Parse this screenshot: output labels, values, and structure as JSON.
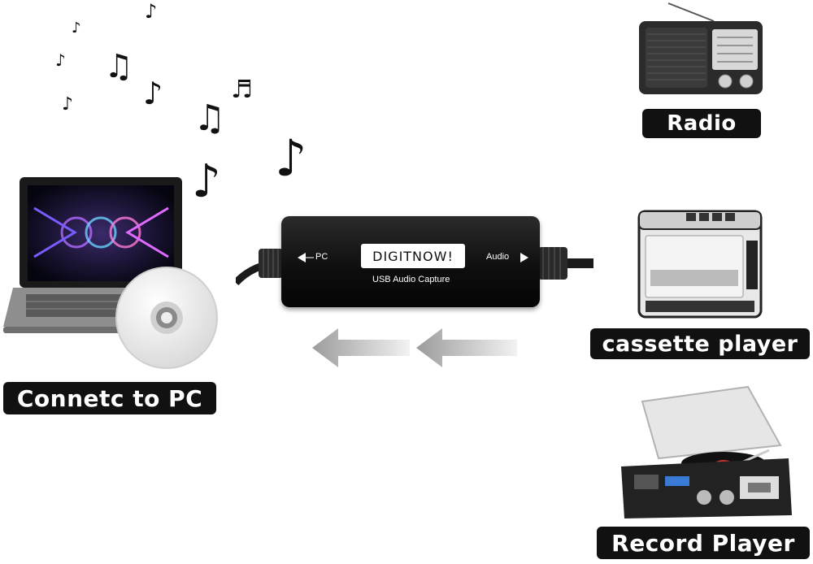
{
  "labels": {
    "pc": "Connetc to PC",
    "radio": "Radio",
    "cassette": "cassette player",
    "record": "Record Player"
  },
  "device": {
    "brand": "DIGITNOW!",
    "subtitle": "USB Audio Capture",
    "left_port": "PC",
    "right_port": "Audio"
  },
  "colors": {
    "label_bg": "#111111",
    "arrow": "#a9a9a9"
  },
  "icons": [
    "laptop-icon",
    "cd-icon",
    "music-note-icon",
    "radio-icon",
    "cassette-player-icon",
    "record-player-icon",
    "arrow-left-icon"
  ]
}
